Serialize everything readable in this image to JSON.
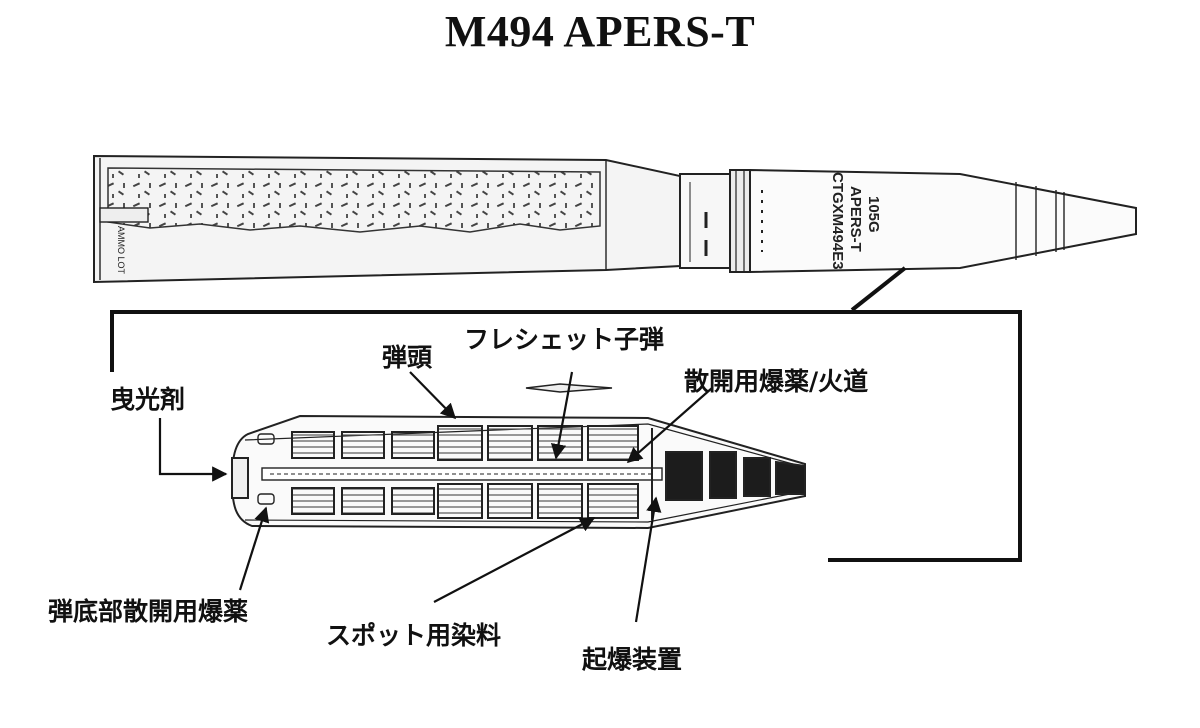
{
  "title": "M494 APERS-T",
  "cartridge_markings": {
    "line1": "105G",
    "line2": "APERS-T",
    "line3": "CTGXM494E3",
    "lot": "AMMO LOT"
  },
  "callouts": {
    "tracer": "曳光剤",
    "warhead": "弾頭",
    "flechette": "フレシェット子弾",
    "expelling_charge": "散開用爆薬/火道",
    "base_expelling_charge": "弾底部散開用爆薬",
    "spotting_dye": "スポット用染料",
    "fuze": "起爆装置"
  }
}
